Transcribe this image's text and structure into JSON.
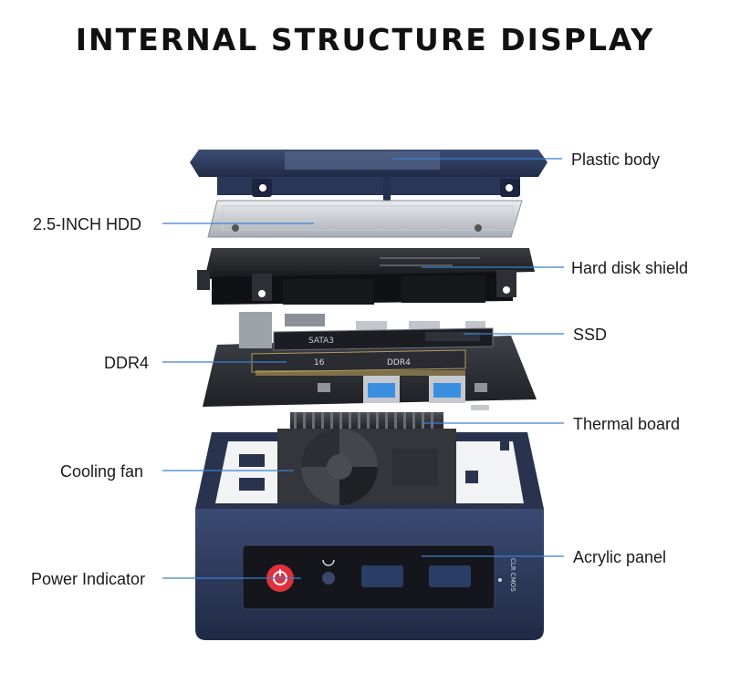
{
  "title": "INTERNAL STRUCTURE DISPLAY",
  "labels": {
    "plastic_body": "Plastic body",
    "hdd": "2.5-INCH HDD",
    "hard_disk_shield": "Hard disk shield",
    "ssd": "SSD",
    "ddr4": "DDR4",
    "thermal_board": "Thermal board",
    "cooling_fan": "Cooling fan",
    "acrylic_panel": "Acrylic panel",
    "power_indicator": "Power Indicator"
  },
  "board_text": {
    "ssd_slot": "SATA3",
    "ram_size": "16",
    "ram_type": "DDR4",
    "clr_cmos": "CLR CMOS"
  },
  "colors": {
    "case_blue": "#2c3b5e",
    "leader_line": "#3a7fd0",
    "usb_blue": "#3a8fe0",
    "power_red": "#e0303c"
  }
}
